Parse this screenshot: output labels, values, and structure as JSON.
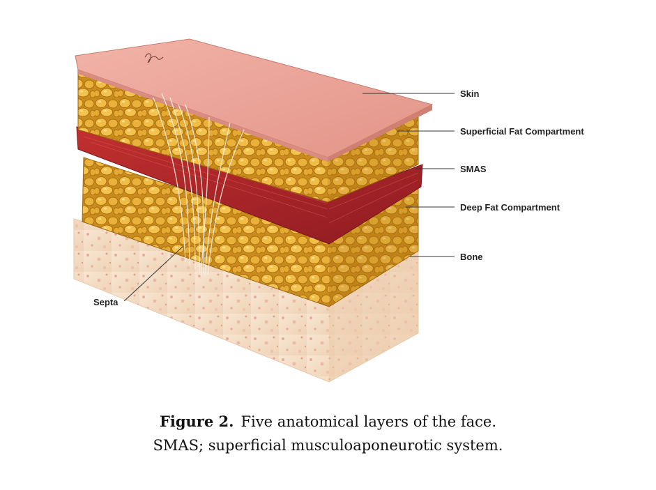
{
  "labels": {
    "skin": "Skin",
    "superficial_fat": "Superficial Fat Compartment",
    "smas": "SMAS",
    "deep_fat": "Deep Fat Compartment",
    "bone": "Bone",
    "septa": "Septa"
  },
  "caption": {
    "figure_label": "Figure 2.",
    "line1": "Five anatomical layers of the face.",
    "line2": "SMAS; superficial musculoaponeurotic system."
  },
  "colors": {
    "skin": "#e8a398",
    "fat": "#e8b23a",
    "smas": "#b5282c",
    "bone": "#f3dcc4"
  }
}
